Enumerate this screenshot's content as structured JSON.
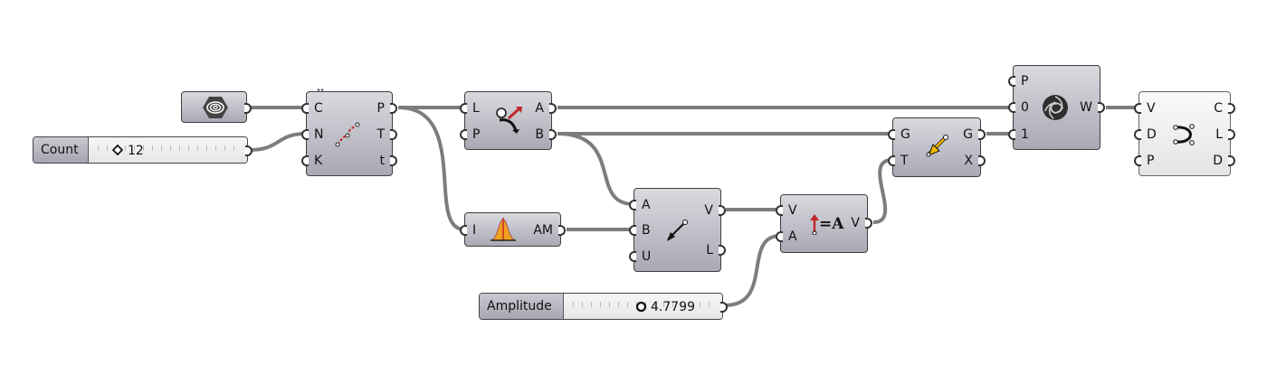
{
  "colors": {
    "wire": "#7d7d7d",
    "component": "#b9b9c3",
    "port_fill": "#ffffff"
  },
  "components": {
    "curve_param": {
      "icon": "spiral-icon"
    },
    "divide": {
      "inputs": [
        "C",
        "N",
        "K"
      ],
      "outputs": [
        "P",
        "T",
        "t"
      ],
      "icon": "divide-curve-icon"
    },
    "vector_2pt": {
      "inputs": [
        "L",
        "P"
      ],
      "outputs": [
        "A",
        "B"
      ],
      "icon": "pull-point-icon"
    },
    "graph": {
      "inputs": [
        "I"
      ],
      "outputs": [
        "AM"
      ],
      "icon": "bell-curve-graph-icon"
    },
    "vector": {
      "inputs": [
        "A",
        "B",
        "U"
      ],
      "outputs": [
        "V",
        "L"
      ],
      "icon": "vector-arrow-icon"
    },
    "amplitude": {
      "inputs": [
        "V",
        "A"
      ],
      "outputs": [
        "V"
      ],
      "icon": "amplitude-icon",
      "icon_text": "=A"
    },
    "move": {
      "inputs": [
        "G",
        "T"
      ],
      "outputs": [
        "G",
        "X"
      ],
      "icon": "move-arrow-icon"
    },
    "weave": {
      "inputs": [
        "P",
        "0",
        "1"
      ],
      "outputs": [
        "W"
      ],
      "icon": "weave-icon"
    },
    "interpolate": {
      "inputs": [
        "V",
        "D",
        "P"
      ],
      "outputs": [
        "C",
        "L",
        "D"
      ],
      "icon": "interpolate-curve-icon"
    }
  },
  "sliders": {
    "count": {
      "label": "Count",
      "value": "12",
      "marker": "diamond-icon"
    },
    "amplitude": {
      "label": "Amplitude",
      "value": "4.7799",
      "marker": "circle-icon"
    }
  }
}
